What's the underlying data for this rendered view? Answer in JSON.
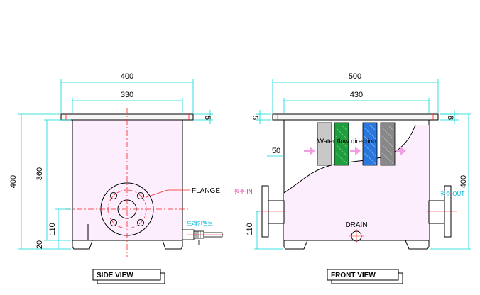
{
  "side_view": {
    "title": "SIDE VIEW",
    "dims": {
      "overall_width": "400",
      "inner_width": "330",
      "flange_thickness": "5",
      "total_height": "400",
      "body_height": "360",
      "pipe_height": "110",
      "foot_height": "20"
    },
    "labels": {
      "flange": "FLANGE",
      "drain_plug": "드레인밸브"
    }
  },
  "front_view": {
    "title": "FRONT VIEW",
    "dims": {
      "overall_width": "500",
      "inner_width": "430",
      "flange_left": "5",
      "flange_right": "8",
      "inlet_height": "50",
      "total_height": "400",
      "pipe_height": "110"
    },
    "labels": {
      "flow": "Water flow direction",
      "inlet": "원수 IN",
      "outlet": "정수 OUT",
      "drain": "DRAIN"
    }
  },
  "colors": {
    "filter_gray": "#c8c8c8",
    "filter_green": "#1e9e3c",
    "filter_blue": "#2878e0",
    "filter_dark": "#888888",
    "flow_arrow": "#f0a0e0",
    "dimension": "#00d8d8",
    "centerline": "#ff2020"
  }
}
